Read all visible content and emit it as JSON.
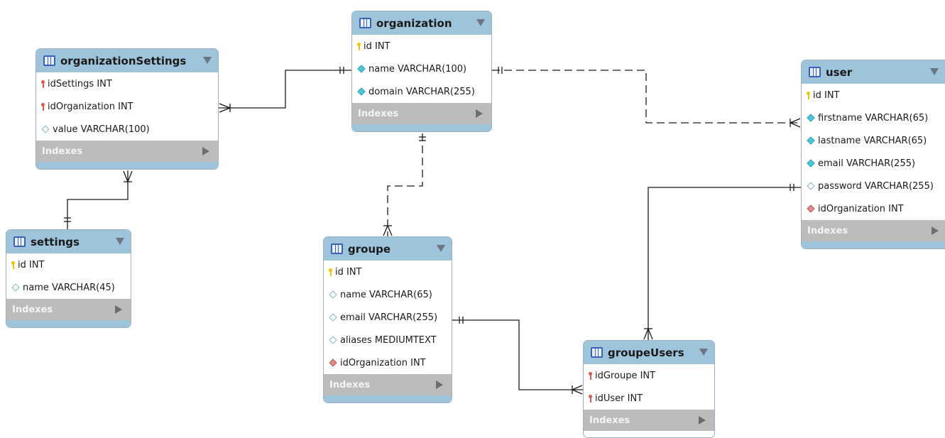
{
  "diagram": {
    "entities": [
      {
        "id": "organizationSettings",
        "title": "organizationSettings",
        "index_label": "Indexes",
        "columns": [
          {
            "text": "idSettings INT",
            "icon": "foreign-key-icon"
          },
          {
            "text": "idOrganization INT",
            "icon": "foreign-key-icon"
          },
          {
            "text": "value VARCHAR(100)",
            "icon": "nullable-column-icon"
          }
        ]
      },
      {
        "id": "organization",
        "title": "organization",
        "index_label": "Indexes",
        "columns": [
          {
            "text": "id INT",
            "icon": "primary-key-icon"
          },
          {
            "text": "name VARCHAR(100)",
            "icon": "not-null-column-icon"
          },
          {
            "text": "domain VARCHAR(255)",
            "icon": "not-null-column-icon"
          }
        ]
      },
      {
        "id": "user",
        "title": "user",
        "index_label": "Indexes",
        "columns": [
          {
            "text": "id INT",
            "icon": "primary-key-icon"
          },
          {
            "text": "firstname VARCHAR(65)",
            "icon": "not-null-column-icon"
          },
          {
            "text": "lastname VARCHAR(65)",
            "icon": "not-null-column-icon"
          },
          {
            "text": "email VARCHAR(255)",
            "icon": "not-null-column-icon"
          },
          {
            "text": "password VARCHAR(255)",
            "icon": "nullable-column-icon"
          },
          {
            "text": "idOrganization INT",
            "icon": "foreign-column-icon"
          }
        ]
      },
      {
        "id": "settings",
        "title": "settings",
        "index_label": "Indexes",
        "columns": [
          {
            "text": "id INT",
            "icon": "primary-key-icon"
          },
          {
            "text": "name VARCHAR(45)",
            "icon": "nullable-column-icon"
          }
        ]
      },
      {
        "id": "groupe",
        "title": "groupe",
        "index_label": "Indexes",
        "columns": [
          {
            "text": "id INT",
            "icon": "primary-key-icon"
          },
          {
            "text": "name VARCHAR(65)",
            "icon": "nullable-column-icon"
          },
          {
            "text": "email VARCHAR(255)",
            "icon": "nullable-column-icon"
          },
          {
            "text": "aliases MEDIUMTEXT",
            "icon": "nullable-column-icon"
          },
          {
            "text": "idOrganization INT",
            "icon": "foreign-column-icon"
          }
        ]
      },
      {
        "id": "groupeUsers",
        "title": "groupeUsers",
        "index_label": "Indexes",
        "columns": [
          {
            "text": "idGroupe INT",
            "icon": "foreign-key-icon"
          },
          {
            "text": "idUser INT",
            "icon": "foreign-key-icon"
          }
        ]
      }
    ],
    "relationships": [
      {
        "from": "organization",
        "to": "organizationSettings",
        "cardinality": "one-to-many",
        "style": "solid"
      },
      {
        "from": "organization",
        "to": "user",
        "cardinality": "one-to-many",
        "style": "dashed"
      },
      {
        "from": "organization",
        "to": "groupe",
        "cardinality": "one-to-many",
        "style": "dashed"
      },
      {
        "from": "settings",
        "to": "organizationSettings",
        "cardinality": "one-to-many",
        "style": "solid"
      },
      {
        "from": "groupe",
        "to": "groupeUsers",
        "cardinality": "one-to-many",
        "style": "solid"
      },
      {
        "from": "user",
        "to": "groupeUsers",
        "cardinality": "one-to-many",
        "style": "solid"
      }
    ]
  }
}
